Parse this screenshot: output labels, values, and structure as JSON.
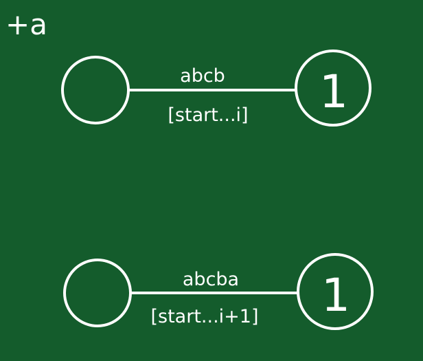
{
  "heading": "+a",
  "diagrams": [
    {
      "edge_label": "abcb",
      "range_label": "[start...i]",
      "start_node_label": "",
      "end_node_label": "1"
    },
    {
      "edge_label": "abcba",
      "range_label": "[start...i+1]",
      "start_node_label": "",
      "end_node_label": "1"
    }
  ],
  "colors": {
    "background": "#145c2c",
    "stroke": "#ffffff",
    "text": "#ffffff"
  }
}
